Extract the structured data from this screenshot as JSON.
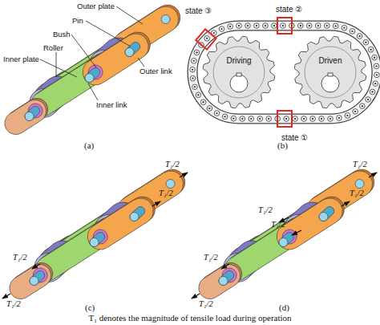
{
  "diagram": {
    "caption": "T₁ denotes the magnitude of tensile load during operation",
    "nodes": [
      {
        "text": [
          "state ③"
        ]
      },
      {
        "text": [
          "state ②"
        ]
      },
      {
        "text": [
          "Driving"
        ]
      },
      {
        "text": [
          "Driven"
        ]
      },
      {
        "text": [
          "state ①"
        ]
      }
    ],
    "labels": [
      "Outer plate",
      "Pin",
      "Bush",
      "Roller",
      "Inner plate",
      "Outer link",
      "Inner link",
      "(a)",
      "(b)",
      "T₁/2",
      "T₁/2",
      "T₁/2",
      "T₁/2",
      "(c)",
      "T₁/2",
      "T₁/2",
      "T₁/2",
      "T₁/2",
      "T₁/2",
      "T₁/2",
      "(d)"
    ]
  }
}
